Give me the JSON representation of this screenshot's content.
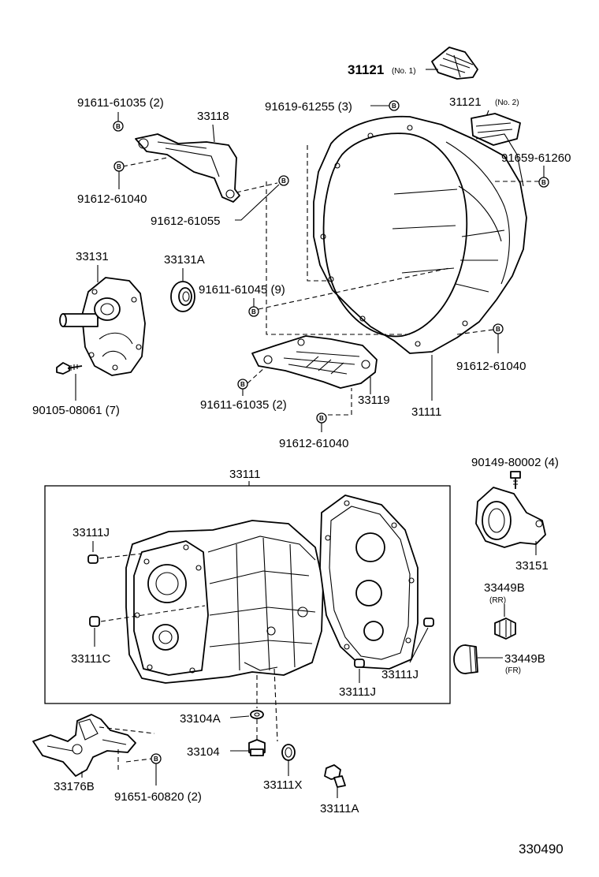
{
  "parts": {
    "p31121_no1": "31121",
    "p31121_no1_note": "(No. 1)",
    "p31121_no2": "31121",
    "p31121_no2_note": "(No. 2)",
    "p91611_61035_top": "91611-61035 (2)",
    "p33118": "33118",
    "p91619_61255": "91619-61255 (3)",
    "p91659_61260": "91659-61260",
    "p91612_61040_left": "91612-61040",
    "p91612_61055": "91612-61055",
    "p33131": "33131",
    "p33131A": "33131A",
    "p91611_61045": "91611-61045 (9)",
    "p91612_61040_right": "91612-61040",
    "p90105_08061": "90105-08061 (7)",
    "p91611_61035_mid": "91611-61035 (2)",
    "p33119": "33119",
    "p31111": "31111",
    "p91612_61040_mid": "91612-61040",
    "p33111": "33111",
    "p90149_80002": "90149-80002 (4)",
    "p33111J_a": "33111J",
    "p33151": "33151",
    "p33449B_rr": "33449B",
    "p33449B_rr_note": "(RR)",
    "p33111C": "33111C",
    "p33449B_fr": "33449B",
    "p33449B_fr_note": "(FR)",
    "p33111J_b": "33111J",
    "p33111J_c": "33111J",
    "p33104A": "33104A",
    "p33104": "33104",
    "p33176B": "33176B",
    "p91651_60820": "91651-60820 (2)",
    "p33111X": "33111X",
    "p33111A": "33111A"
  },
  "bolt_symbol": "B",
  "diagram_number": "330490"
}
